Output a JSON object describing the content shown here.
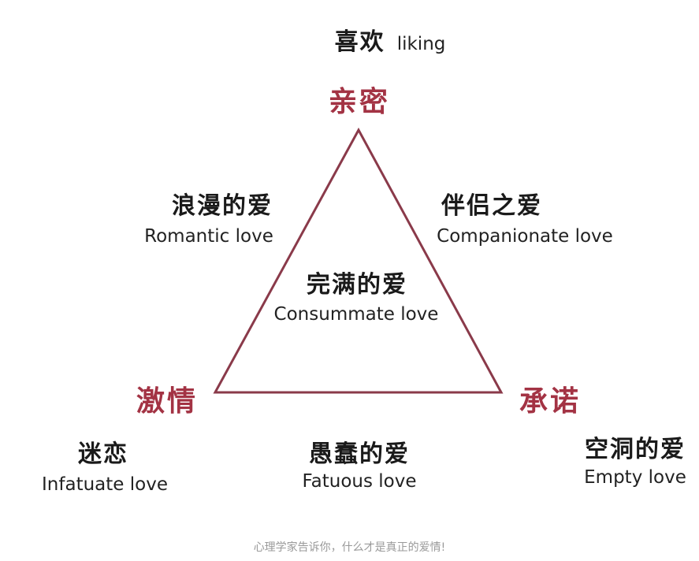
{
  "diagram": {
    "top_label": {
      "zh": "喜欢",
      "en": "liking"
    },
    "vertices": {
      "top": "亲密",
      "left": "激情",
      "right": "承诺"
    },
    "sides": {
      "left": {
        "zh": "浪漫的爱",
        "en": "Romantic love"
      },
      "right": {
        "zh": "伴侣之爱",
        "en": "Companionate love"
      },
      "center": {
        "zh": "完满的爱",
        "en": "Consummate love"
      }
    },
    "bottom": {
      "left": {
        "zh": "迷恋",
        "en": "Infatuate love"
      },
      "middle": {
        "zh": "愚蠢的爱",
        "en": "Fatuous love"
      },
      "right": {
        "zh": "空洞的爱",
        "en": "Empty love"
      }
    },
    "colors": {
      "triangle": "#8a3a4a",
      "vertex_label": "#a33344"
    }
  },
  "caption": "心理学家告诉你，什么才是真正的爱情!"
}
